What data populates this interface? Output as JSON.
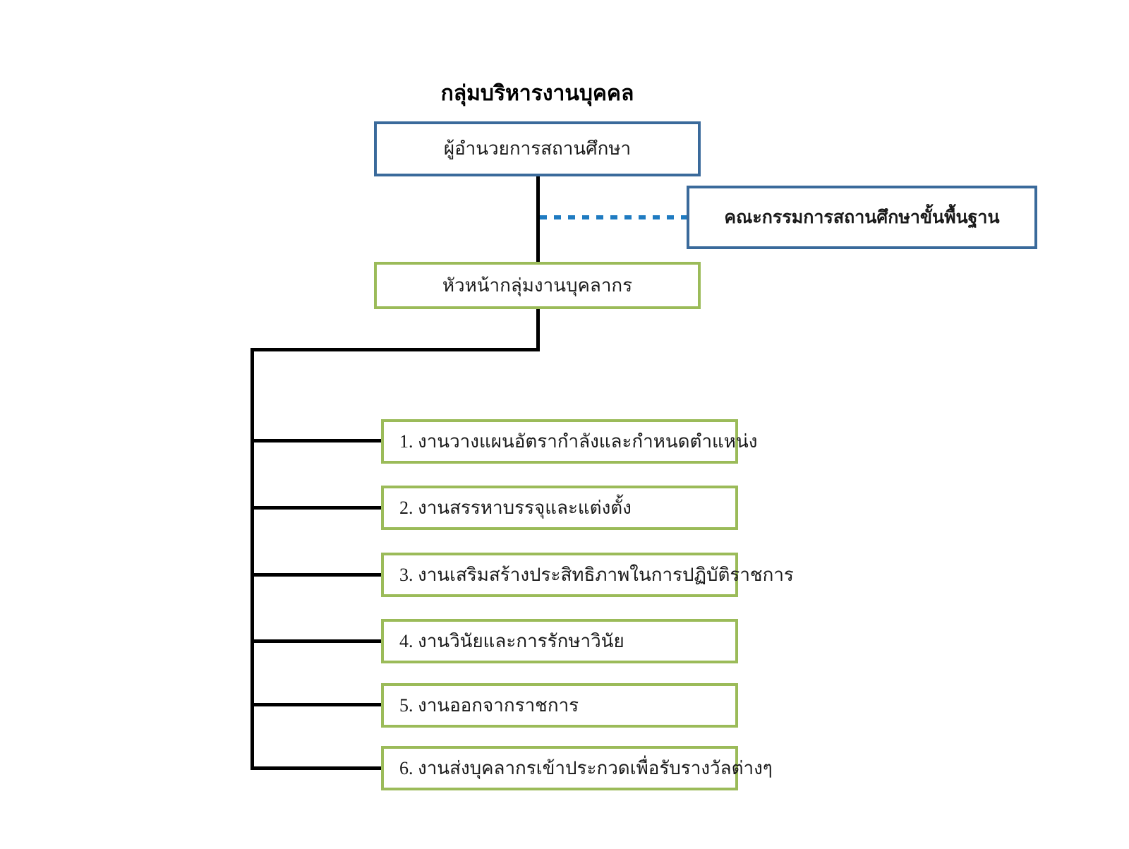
{
  "chart": {
    "title": "กลุ่มบริหารงานบุคคล",
    "type": "organizational-chart",
    "background_color": "#FFFFFF",
    "colors": {
      "blue_border": "#3A6A9B",
      "green_border": "#9BBB59",
      "connector_line": "#000000",
      "dotted_connector": "#1F7BC1",
      "text": "#1A1A1A"
    }
  },
  "nodes": {
    "director": {
      "label": "ผู้อำนวยการสถานศึกษา",
      "border_color": "#3A6A9B",
      "level": 1
    },
    "board": {
      "label": "คณะกรรมการสถานศึกษาขั้นพื้นฐาน",
      "border_color": "#3A6A9B",
      "level": 1,
      "relation": "advisory"
    },
    "head": {
      "label": "หัวหน้ากลุ่มงานบุคลากร",
      "border_color": "#9BBB59",
      "level": 2
    }
  },
  "sub_tasks": [
    {
      "number": "1.",
      "label": "1. งานวางแผนอัตรากำลังและกำหนดตำแหน่ง"
    },
    {
      "number": "2.",
      "label": "2. งานสรรหาบรรจุและแต่งตั้ง"
    },
    {
      "number": "3.",
      "label": "3. งานเสริมสร้างประสิทธิภาพในการปฏิบัติราชการ"
    },
    {
      "number": "4.",
      "label": "4. งานวินัยและการรักษาวินัย"
    },
    {
      "number": "5.",
      "label": "5. งานออกจากราชการ"
    },
    {
      "number": "6.",
      "label": "6. งานส่งบุคลากรเข้าประกวดเพื่อรับรางวัลต่างๆ"
    }
  ]
}
